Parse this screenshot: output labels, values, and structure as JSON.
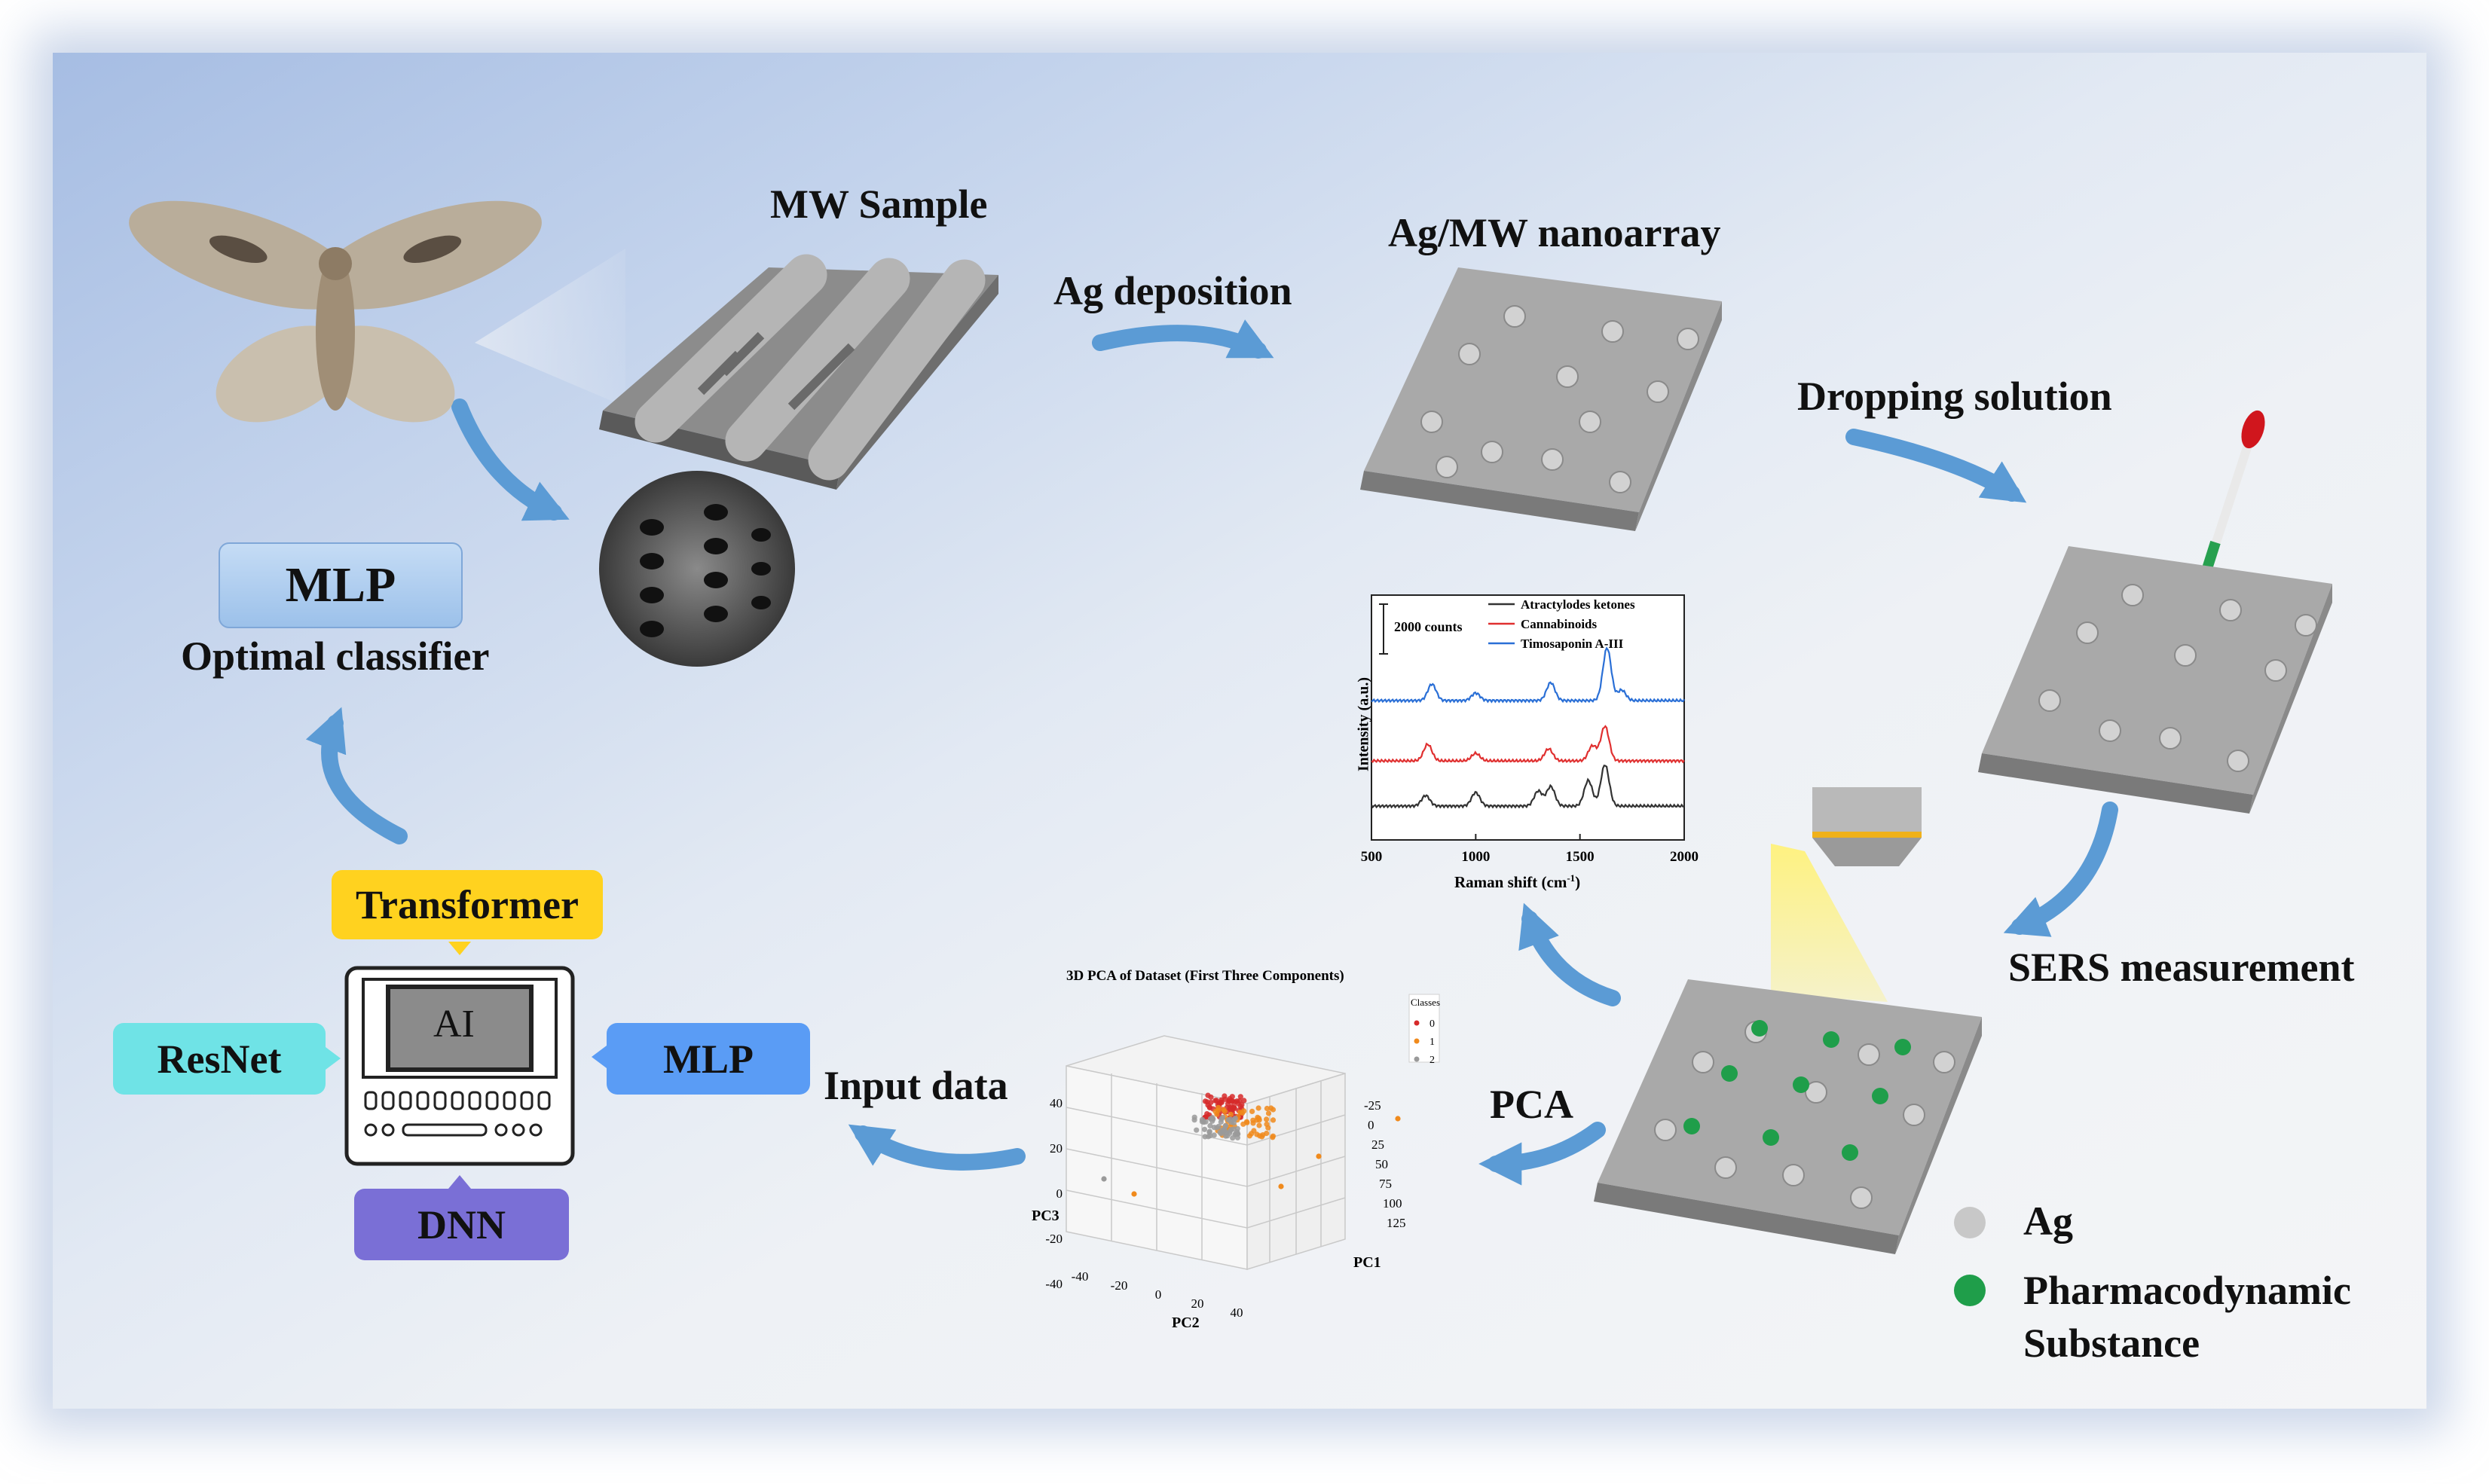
{
  "steps": {
    "mw_sample": "MW Sample",
    "ag_deposition": "Ag deposition",
    "nanoarray": "Ag/MW nanoarray",
    "dropping": "Dropping solution",
    "sers": "SERS measurement",
    "pca": "PCA",
    "input_data": "Input data"
  },
  "classifier": {
    "mlp_label": "MLP",
    "optimal": "Optimal classifier"
  },
  "models": {
    "transformer": "Transformer",
    "resnet": "ResNet",
    "mlp": "MLP",
    "dnn": "DNN",
    "ai": "AI"
  },
  "legend": {
    "ag": "Ag",
    "pharma_line1": "Pharmacodynamic",
    "pharma_line2": "Substance",
    "ag_color": "#c8c8c8",
    "pharma_color": "#1f9e4a"
  },
  "colors": {
    "arrow": "#5b9bd5",
    "transformer_bg": "#ffd21f",
    "resnet_bg": "#6fe3e6",
    "mlp_bg": "#5a9cf5",
    "dnn_bg": "#7a6fd6",
    "classifier_bg": "#a9c9ee"
  },
  "raman_chart": {
    "scale_bar": "2000 counts",
    "ylabel": "Intensity (a.u.)",
    "xlabel": "Raman shift (cm",
    "xlabel_sup": "-1",
    "xlabel_end": ")",
    "xticks": [
      "500",
      "1000",
      "1500",
      "2000"
    ],
    "series": [
      {
        "name": "Atractylodes ketones",
        "color": "#333333"
      },
      {
        "name": "Cannabinoids",
        "color": "#e03030"
      },
      {
        "name": "Timosaponin A-III",
        "color": "#2a6fd6"
      }
    ]
  },
  "pca_chart": {
    "title": "3D PCA of Dataset (First Three Components)",
    "legend_title": "Classes",
    "classes": [
      "0",
      "1",
      "2"
    ],
    "class_colors": [
      "#d62a2a",
      "#f08a1c",
      "#9a9a9a"
    ],
    "pc1_label": "PC1",
    "pc2_label": "PC2",
    "pc3_label": "PC3",
    "pc1_ticks": [
      "-25",
      "0",
      "25",
      "50",
      "75",
      "100",
      "125"
    ],
    "pc2_ticks": [
      "-40",
      "-20",
      "0",
      "20",
      "40"
    ],
    "pc3_ticks": [
      "40",
      "20",
      "0",
      "-20",
      "-40"
    ]
  }
}
